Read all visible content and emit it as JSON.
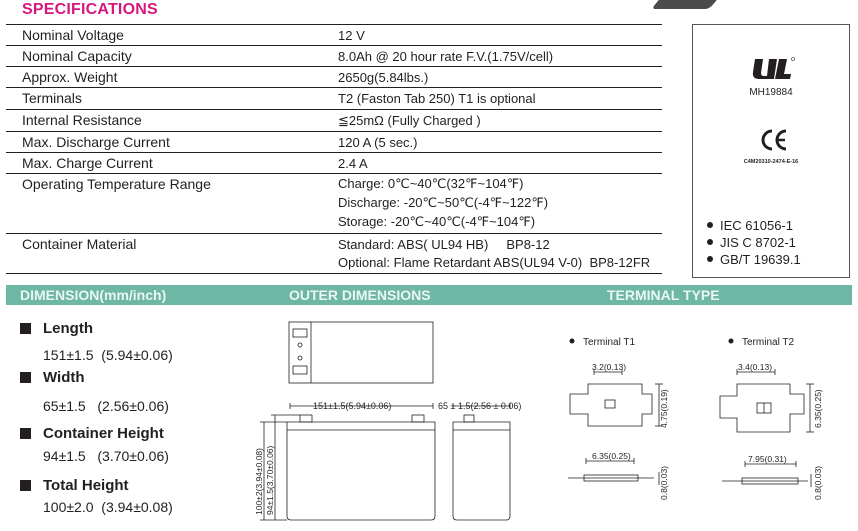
{
  "specs": {
    "title": "SPECIFICATIONS",
    "rows": [
      {
        "label": "Nominal Voltage",
        "value": "12 V"
      },
      {
        "label": "Nominal Capacity",
        "value": "8.0Ah @ 20 hour rate F.V.(1.75V/cell)"
      },
      {
        "label": "Approx. Weight",
        "value": "2650g(5.84lbs.)"
      },
      {
        "label": "Terminals",
        "value": "T2 (Faston Tab 250) T1 is optional"
      },
      {
        "label": "Internal Resistance",
        "value": "≦25mΩ (Fully Charged )"
      },
      {
        "label": "Max. Discharge Current",
        "value": "120 A (5 sec.)"
      },
      {
        "label": "Max. Charge Current",
        "value": "2.4 A"
      },
      {
        "label": "Operating Temperature Range",
        "lines": [
          "Charge: 0℃~40℃(32℉~104℉)",
          "Discharge: -20℃~50℃(-4℉~122℉)",
          "Storage: -20℃~40℃(-4℉~104℉)"
        ]
      },
      {
        "label": "Container Material",
        "lines": [
          "Standard: ABS( UL94 HB)     BP8-12",
          "Optional: Flame Retardant ABS(UL94 V-0)  BP8-12FR"
        ]
      }
    ]
  },
  "certifications": {
    "ul_code": "MH19884",
    "ce_code": "C4M20310-2474-E-16",
    "standards": [
      "IEC 61056-1",
      "JIS C 8702-1",
      "GB/T 19639.1"
    ]
  },
  "dimension_section": {
    "title": "DIMENSION(mm/inch)",
    "outer_title": "OUTER DIMENSIONS",
    "terminal_title": "TERMINAL TYPE",
    "items": [
      {
        "label": "Length",
        "value": "151±1.5  (5.94±0.06)"
      },
      {
        "label": "Width",
        "value": "65±1.5   (2.56±0.06)"
      },
      {
        "label": "Container Height",
        "value": "94±1.5   (3.70±0.06)"
      },
      {
        "label": "Total Height",
        "value": "100±2.0  (3.94±0.08)"
      }
    ]
  },
  "outer_drawing": {
    "length_dim": "151±1.5(5.94±0.06)",
    "width_dim": "65 ± 1.5(2.56 ± 0.06)",
    "total_height_dim": "100±2(3.94±0.08)",
    "container_height_dim": "94±1.5(3.70±0.06)"
  },
  "terminals": {
    "t1": {
      "label": "Terminal T1",
      "width": "3.2(0.13)",
      "height": "4.75(0.19)",
      "tab_width": "6.35(0.25)",
      "thickness": "0.8(0.03)"
    },
    "t2": {
      "label": "Terminal T2",
      "width": "3.4(0.13)",
      "height": "6.35(0.25)",
      "tab_width": "7.95(0.31)",
      "thickness": "0.8(0.03)"
    }
  }
}
